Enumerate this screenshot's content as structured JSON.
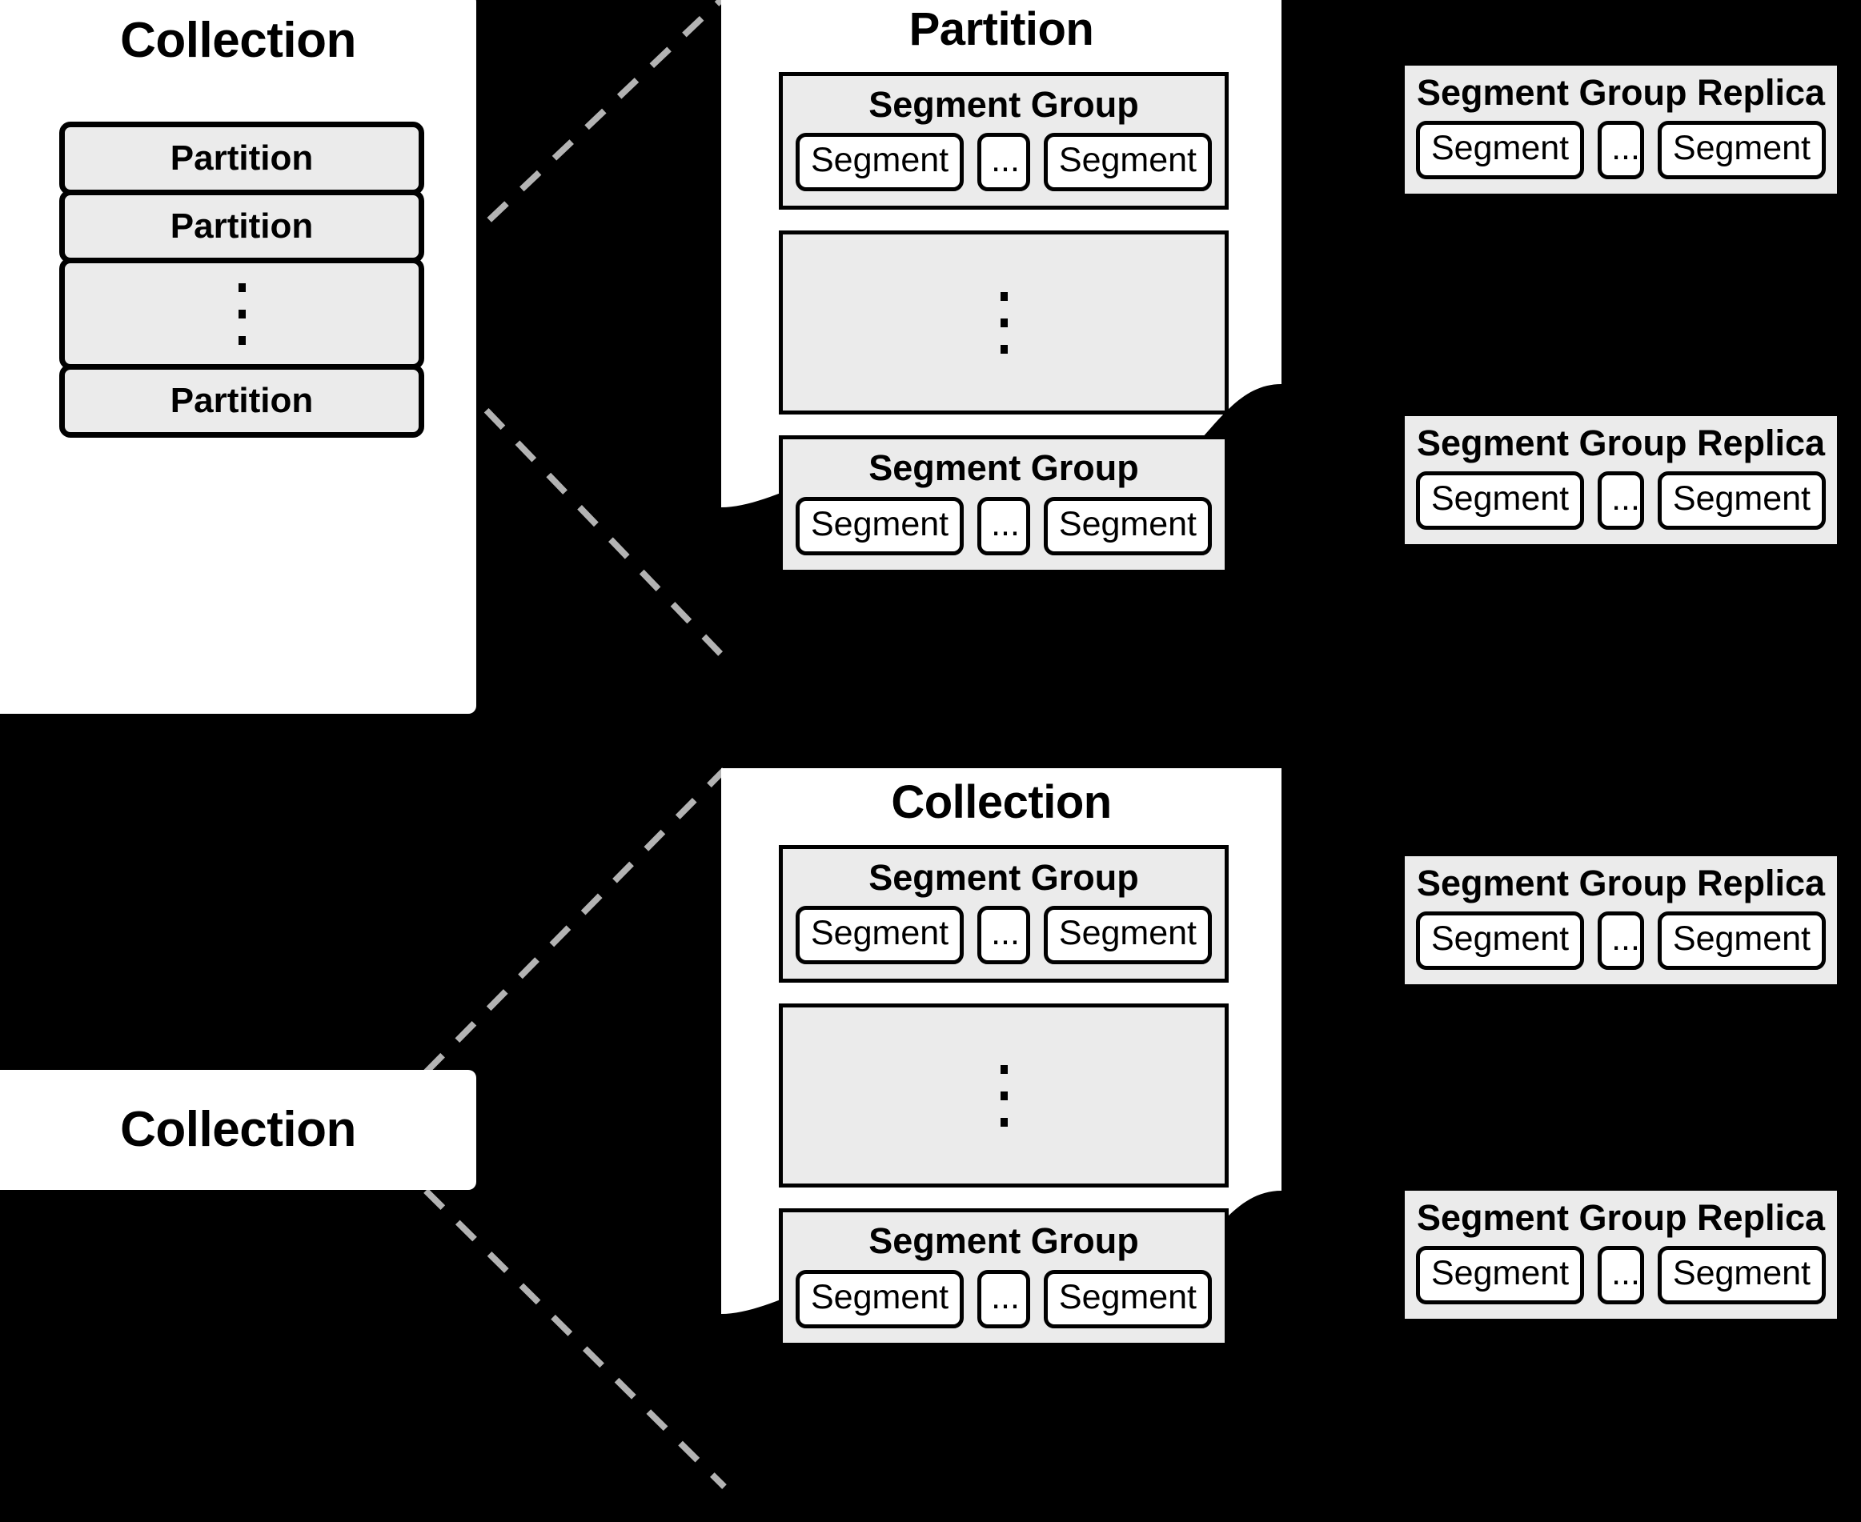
{
  "diagram": {
    "title": "Collection / Partition / Segment Group hierarchy",
    "colors": {
      "background": "#000000",
      "panel": "#ffffff",
      "box_fill": "#ebebeb",
      "stroke": "#000000",
      "connector": "#b3b3b3"
    }
  },
  "collection_top": {
    "title": "Collection",
    "partitions": [
      {
        "label": "Partition",
        "type": "item"
      },
      {
        "label": "Partition",
        "type": "item"
      },
      {
        "label": "",
        "type": "ellipsis"
      },
      {
        "label": "Partition",
        "type": "item"
      }
    ]
  },
  "collection_bottom": {
    "title": "Collection"
  },
  "partition_panel": {
    "title": "Partition",
    "segment_groups": [
      {
        "type": "group",
        "title": "Segment Group",
        "segments": [
          "Segment",
          "...",
          "Segment"
        ]
      },
      {
        "type": "ellipsis"
      },
      {
        "type": "group",
        "title": "Segment Group",
        "segments": [
          "Segment",
          "...",
          "Segment"
        ]
      }
    ]
  },
  "collection_panel": {
    "title": "Collection",
    "segment_groups": [
      {
        "type": "group",
        "title": "Segment Group",
        "segments": [
          "Segment",
          "...",
          "Segment"
        ]
      },
      {
        "type": "ellipsis"
      },
      {
        "type": "group",
        "title": "Segment Group",
        "segments": [
          "Segment",
          "...",
          "Segment"
        ]
      }
    ]
  },
  "replicas": [
    {
      "title": "Segment Group Replica",
      "segments": [
        "Segment",
        "...",
        "Segment"
      ]
    },
    {
      "title": "Segment Group Replica",
      "segments": [
        "Segment",
        "...",
        "Segment"
      ]
    },
    {
      "title": "Segment Group Replica",
      "segments": [
        "Segment",
        "...",
        "Segment"
      ]
    },
    {
      "title": "Segment Group Replica",
      "segments": [
        "Segment",
        "...",
        "Segment"
      ]
    }
  ]
}
